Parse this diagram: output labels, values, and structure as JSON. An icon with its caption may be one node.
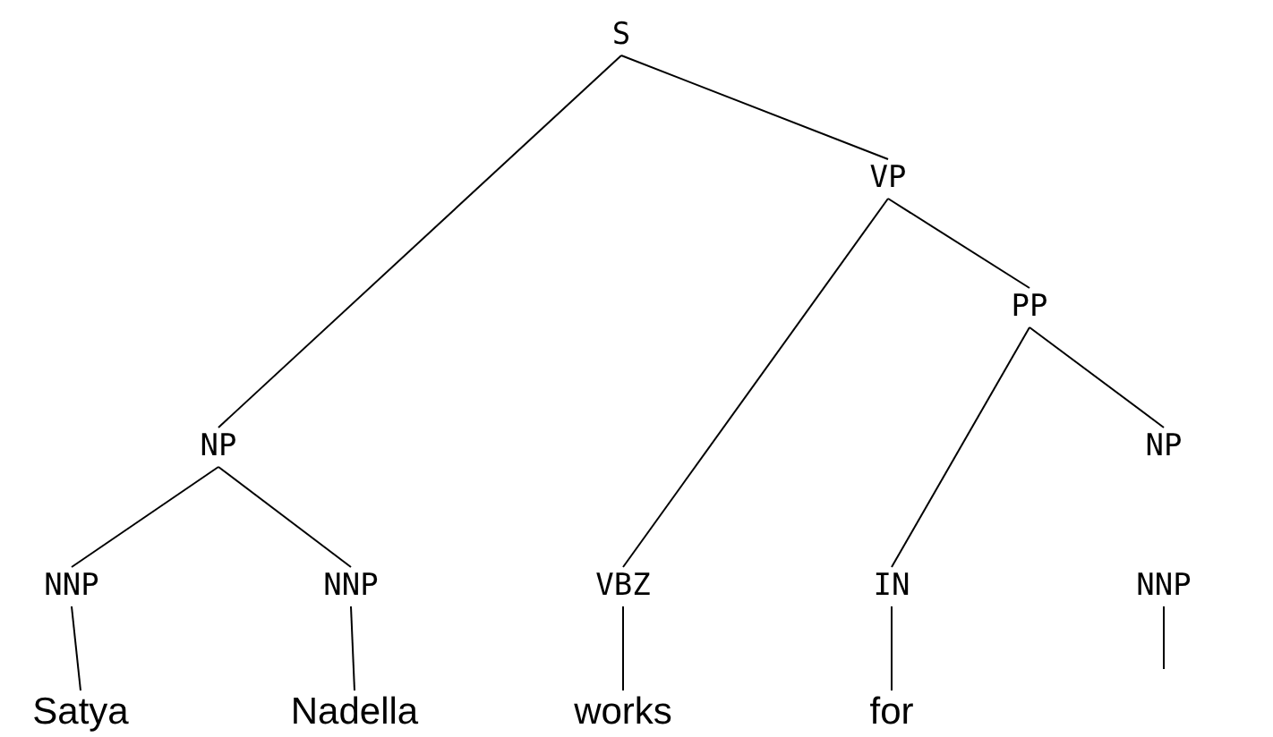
{
  "diagram": {
    "nodes": [
      {
        "text": [
          "S"
        ]
      },
      {
        "text": [
          "VP"
        ]
      },
      {
        "text": [
          "PP"
        ]
      },
      {
        "text": [
          "NP"
        ]
      },
      {
        "text": [
          "NP"
        ]
      },
      {
        "text": [
          "NNP"
        ]
      },
      {
        "text": [
          "NNP"
        ]
      },
      {
        "text": [
          "VBZ"
        ]
      },
      {
        "text": [
          "IN"
        ]
      },
      {
        "text": [
          "NNP"
        ]
      },
      {
        "text": [
          "Satya"
        ]
      },
      {
        "text": [
          "Nadella"
        ]
      },
      {
        "text": [
          "works"
        ]
      },
      {
        "text": [
          "for"
        ]
      }
    ],
    "edges": [
      {
        "from": 0,
        "to": 3,
        "arrow": "none"
      },
      {
        "from": 0,
        "to": 1,
        "arrow": "none"
      },
      {
        "from": 1,
        "to": 7,
        "arrow": "none"
      },
      {
        "from": 1,
        "to": 2,
        "arrow": "none"
      },
      {
        "from": 2,
        "to": 8,
        "arrow": "none"
      },
      {
        "from": 2,
        "to": 4,
        "arrow": "none"
      },
      {
        "from": 3,
        "to": 5,
        "arrow": "none"
      },
      {
        "from": 3,
        "to": 6,
        "arrow": "none"
      },
      {
        "from": 5,
        "to": 10,
        "arrow": "none"
      },
      {
        "from": 6,
        "to": 11,
        "arrow": "none"
      },
      {
        "from": 7,
        "to": 12,
        "arrow": "none"
      },
      {
        "from": 8,
        "to": 13,
        "arrow": "none"
      },
      {
        "from": 9,
        "to": null,
        "arrow": "none"
      }
    ]
  }
}
